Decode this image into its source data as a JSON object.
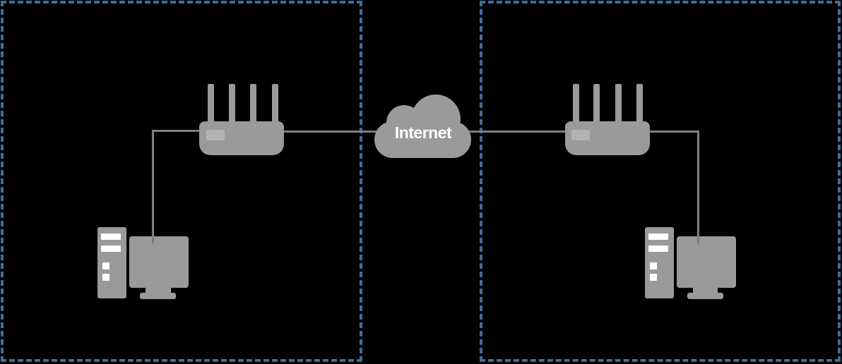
{
  "diagram": {
    "type": "network-topology",
    "internet_cloud": {
      "label": "Internet"
    },
    "colors": {
      "background": "#000000",
      "site_border": "#3E6D9C",
      "device_gray": "#9A9A9A",
      "device_accent": "#B3B3B3",
      "link_gray": "#7F7F7F",
      "cloud_label_text": "#FFFFFF",
      "tower_slots": "#FFFFFF"
    },
    "sites": [
      {
        "name": "left-site",
        "devices": [
          "wireless-router",
          "desktop-computer"
        ]
      },
      {
        "name": "right-site",
        "devices": [
          "wireless-router",
          "desktop-computer"
        ]
      }
    ],
    "links": [
      "left-computer to left-router",
      "left-router to internet-cloud",
      "internet-cloud to right-router",
      "right-router to right-computer"
    ]
  }
}
